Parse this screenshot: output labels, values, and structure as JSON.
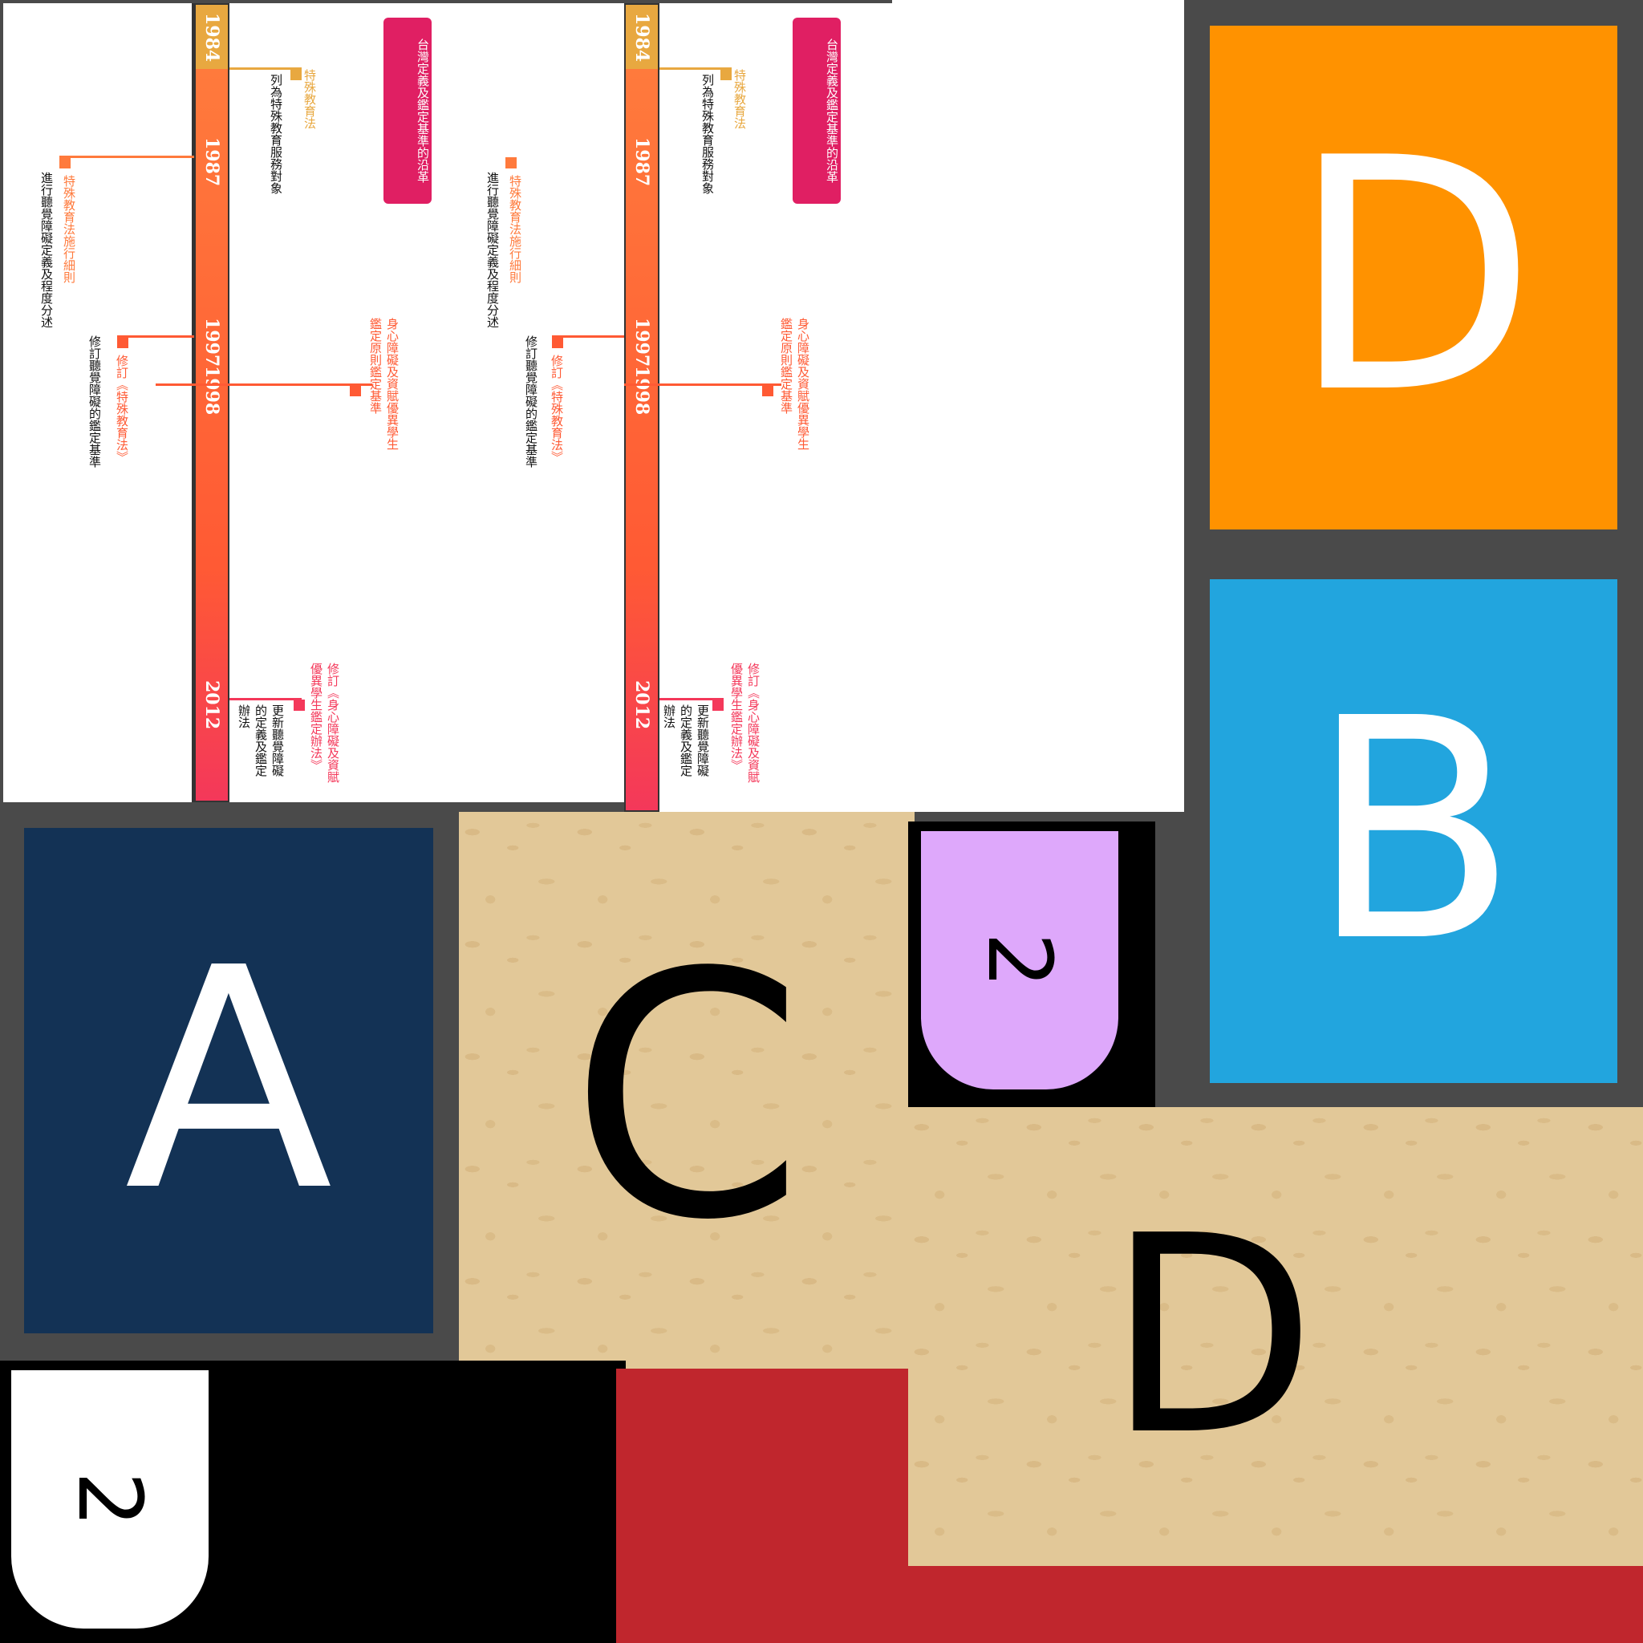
{
  "timeline": {
    "title": "台灣定義及鑑定基準的沿革",
    "years": [
      "1984",
      "1987",
      "1997",
      "1998",
      "2012"
    ],
    "events": [
      {
        "heading": "特殊教育法",
        "detail": "列為特殊教育服務對象"
      },
      {
        "heading": "特殊教育法施行細則",
        "detail": "進行聽覺障礙定義及程度分述"
      },
      {
        "heading": "修訂《特殊教育法》",
        "detail": "修訂聽覺障礙的鑑定基準"
      },
      {
        "heading": "身心障礙及資賦優異學生\n鑑定原則鑑定基準",
        "detail": ""
      },
      {
        "heading": "修訂《身心障礙及資賦\n優異學生鑑定辦法》",
        "detail": "更新聽覺障礙\n的定義及鑑定\n辦法"
      }
    ]
  },
  "tiles": {
    "d_orange": "D",
    "b_blue": "B",
    "a_navy": "A",
    "c_wood": "C",
    "d_wood": "D",
    "num_purple": "2",
    "num_white": "2"
  },
  "colors": {
    "orange": "#ff9200",
    "blue": "#22a5de",
    "navy": "#133255",
    "wood": "#e2c898",
    "purple": "#dea8fb",
    "red": "#c0262d",
    "frame": "#4a4a4a",
    "badge": "#e01f63"
  }
}
